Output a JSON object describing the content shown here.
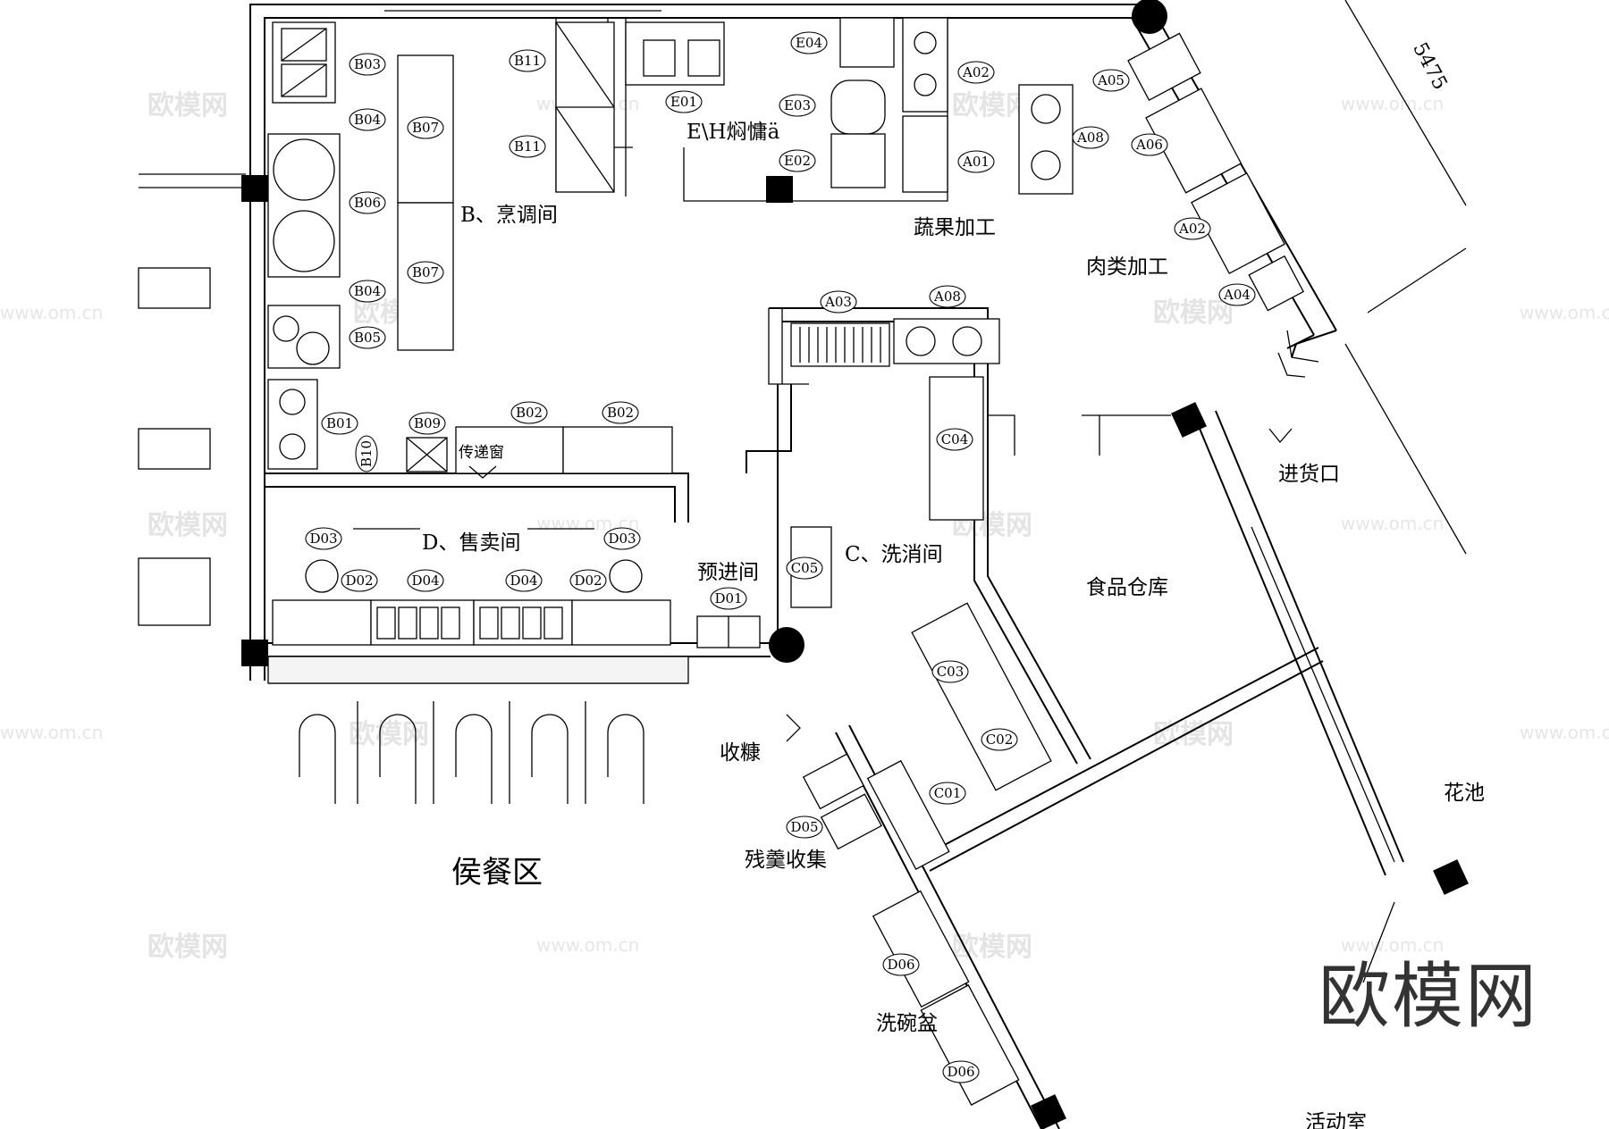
{
  "rooms": {
    "cooking": "B、烹调间",
    "vegetable": "蔬果加工",
    "meat": "肉类加工",
    "e_room": "E\\H焖慵ä",
    "sales": "D、售卖间",
    "wash": "C、洗消间",
    "pre_entry": "预进间",
    "warehouse": "食品仓库",
    "delivery": "进货口",
    "tray_return": "收糠",
    "waste": "残羹收集",
    "waiting": "侯餐区",
    "dishwash": "洗碗盆",
    "activity": "活动室",
    "flower": "花池",
    "pass_window": "传递窗"
  },
  "dimension": "5475",
  "tags": {
    "B03": "B03",
    "B04a": "B04",
    "B06": "B06",
    "B04b": "B04",
    "B05": "B05",
    "B07a": "B07",
    "B07b": "B07",
    "B11a": "B11",
    "B11b": "B11",
    "B01": "B01",
    "B10": "B10",
    "B09": "B09",
    "B02a": "B02",
    "B02b": "B02",
    "E01": "E01",
    "E02": "E02",
    "E03": "E03",
    "E04": "E04",
    "A01": "A01",
    "A02a": "A02",
    "A02b": "A02",
    "A03": "A03",
    "A04": "A04",
    "A05": "A05",
    "A06": "A06",
    "A08a": "A08",
    "A08b": "A08",
    "C01": "C01",
    "C02": "C02",
    "C03": "C03",
    "C04": "C04",
    "C05": "C05",
    "D01": "D01",
    "D02a": "D02",
    "D02b": "D02",
    "D03a": "D03",
    "D03b": "D03",
    "D04a": "D04",
    "D04b": "D04",
    "D05": "D05",
    "D06a": "D06",
    "D06b": "D06"
  },
  "watermark": {
    "small": "欧模网",
    "url": "www.om.cn",
    "brand": "欧模网"
  }
}
